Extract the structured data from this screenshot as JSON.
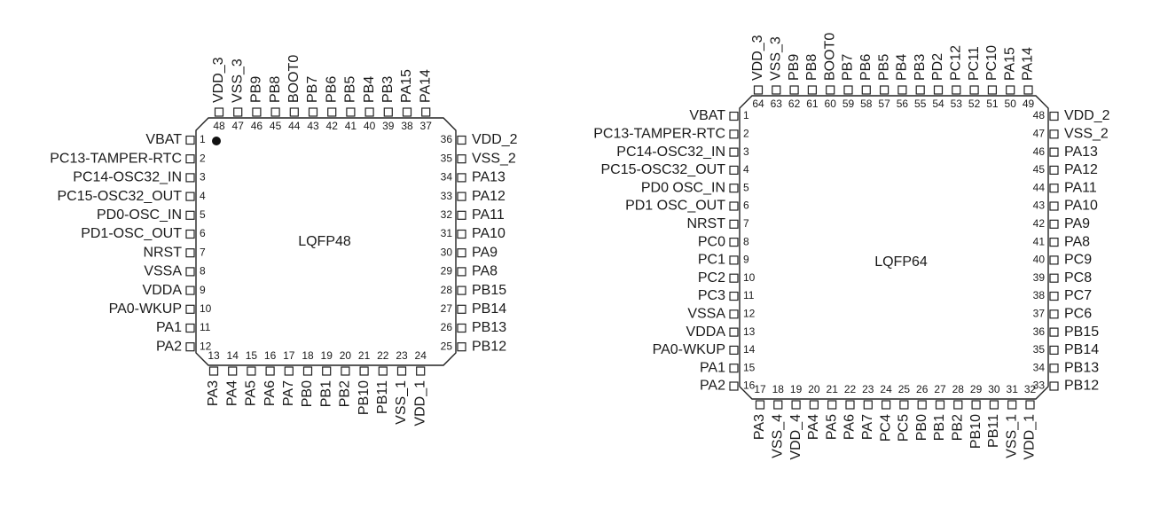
{
  "colors": {
    "ink": "#1a1a1a",
    "background": "#ffffff"
  },
  "packages": [
    {
      "name": "LQFP48",
      "left": [
        [
          "1",
          "VBAT"
        ],
        [
          "2",
          "PC13-TAMPER-RTC"
        ],
        [
          "3",
          "PC14-OSC32_IN"
        ],
        [
          "4",
          "PC15-OSC32_OUT"
        ],
        [
          "5",
          "PD0-OSC_IN"
        ],
        [
          "6",
          "PD1-OSC_OUT"
        ],
        [
          "7",
          "NRST"
        ],
        [
          "8",
          "VSSA"
        ],
        [
          "9",
          "VDDA"
        ],
        [
          "10",
          "PA0-WKUP"
        ],
        [
          "11",
          "PA1"
        ],
        [
          "12",
          "PA2"
        ]
      ],
      "bottom": [
        [
          "13",
          "PA3"
        ],
        [
          "14",
          "PA4"
        ],
        [
          "15",
          "PA5"
        ],
        [
          "16",
          "PA6"
        ],
        [
          "17",
          "PA7"
        ],
        [
          "18",
          "PB0"
        ],
        [
          "19",
          "PB1"
        ],
        [
          "20",
          "PB2"
        ],
        [
          "21",
          "PB10"
        ],
        [
          "22",
          "PB11"
        ],
        [
          "23",
          "VSS_1"
        ],
        [
          "24",
          "VDD_1"
        ]
      ],
      "right": [
        [
          "36",
          "VDD_2"
        ],
        [
          "35",
          "VSS_2"
        ],
        [
          "34",
          "PA13"
        ],
        [
          "33",
          "PA12"
        ],
        [
          "32",
          "PA11"
        ],
        [
          "31",
          "PA10"
        ],
        [
          "30",
          "PA9"
        ],
        [
          "29",
          "PA8"
        ],
        [
          "28",
          "PB15"
        ],
        [
          "27",
          "PB14"
        ],
        [
          "26",
          "PB13"
        ],
        [
          "25",
          "PB12"
        ]
      ],
      "top": [
        [
          "48",
          "VDD_3"
        ],
        [
          "47",
          "VSS_3"
        ],
        [
          "46",
          "PB9"
        ],
        [
          "45",
          "PB8"
        ],
        [
          "44",
          "BOOT0"
        ],
        [
          "43",
          "PB7"
        ],
        [
          "42",
          "PB6"
        ],
        [
          "41",
          "PB5"
        ],
        [
          "40",
          "PB4"
        ],
        [
          "39",
          "PB3"
        ],
        [
          "38",
          "PA15"
        ],
        [
          "37",
          "PA14"
        ]
      ]
    },
    {
      "name": "LQFP64",
      "left": [
        [
          "1",
          "VBAT"
        ],
        [
          "2",
          "PC13-TAMPER-RTC"
        ],
        [
          "3",
          "PC14-OSC32_IN"
        ],
        [
          "4",
          "PC15-OSC32_OUT"
        ],
        [
          "5",
          "PD0 OSC_IN"
        ],
        [
          "6",
          "PD1 OSC_OUT"
        ],
        [
          "7",
          "NRST"
        ],
        [
          "8",
          "PC0"
        ],
        [
          "9",
          "PC1"
        ],
        [
          "10",
          "PC2"
        ],
        [
          "11",
          "PC3"
        ],
        [
          "12",
          "VSSA"
        ],
        [
          "13",
          "VDDA"
        ],
        [
          "14",
          "PA0-WKUP"
        ],
        [
          "15",
          "PA1"
        ],
        [
          "16",
          "PA2"
        ]
      ],
      "bottom": [
        [
          "17",
          "PA3"
        ],
        [
          "18",
          "VSS_4"
        ],
        [
          "19",
          "VDD_4"
        ],
        [
          "20",
          "PA4"
        ],
        [
          "21",
          "PA5"
        ],
        [
          "22",
          "PA6"
        ],
        [
          "23",
          "PA7"
        ],
        [
          "24",
          "PC4"
        ],
        [
          "25",
          "PC5"
        ],
        [
          "26",
          "PB0"
        ],
        [
          "27",
          "PB1"
        ],
        [
          "28",
          "PB2"
        ],
        [
          "29",
          "PB10"
        ],
        [
          "30",
          "PB11"
        ],
        [
          "31",
          "VSS_1"
        ],
        [
          "32",
          "VDD_1"
        ]
      ],
      "right": [
        [
          "48",
          "VDD_2"
        ],
        [
          "47",
          "VSS_2"
        ],
        [
          "46",
          "PA13"
        ],
        [
          "45",
          "PA12"
        ],
        [
          "44",
          "PA11"
        ],
        [
          "43",
          "PA10"
        ],
        [
          "42",
          "PA9"
        ],
        [
          "41",
          "PA8"
        ],
        [
          "40",
          "PC9"
        ],
        [
          "39",
          "PC8"
        ],
        [
          "38",
          "PC7"
        ],
        [
          "37",
          "PC6"
        ],
        [
          "36",
          "PB15"
        ],
        [
          "35",
          "PB14"
        ],
        [
          "34",
          "PB13"
        ],
        [
          "33",
          "PB12"
        ]
      ],
      "top": [
        [
          "64",
          "VDD_3"
        ],
        [
          "63",
          "VSS_3"
        ],
        [
          "62",
          "PB9"
        ],
        [
          "61",
          "PB8"
        ],
        [
          "60",
          "BOOT0"
        ],
        [
          "59",
          "PB7"
        ],
        [
          "58",
          "PB6"
        ],
        [
          "57",
          "PB5"
        ],
        [
          "56",
          "PB4"
        ],
        [
          "55",
          "PB3"
        ],
        [
          "54",
          "PD2"
        ],
        [
          "53",
          "PC12"
        ],
        [
          "52",
          "PC11"
        ],
        [
          "51",
          "PC10"
        ],
        [
          "50",
          "PA15"
        ],
        [
          "49",
          "PA14"
        ]
      ]
    }
  ]
}
